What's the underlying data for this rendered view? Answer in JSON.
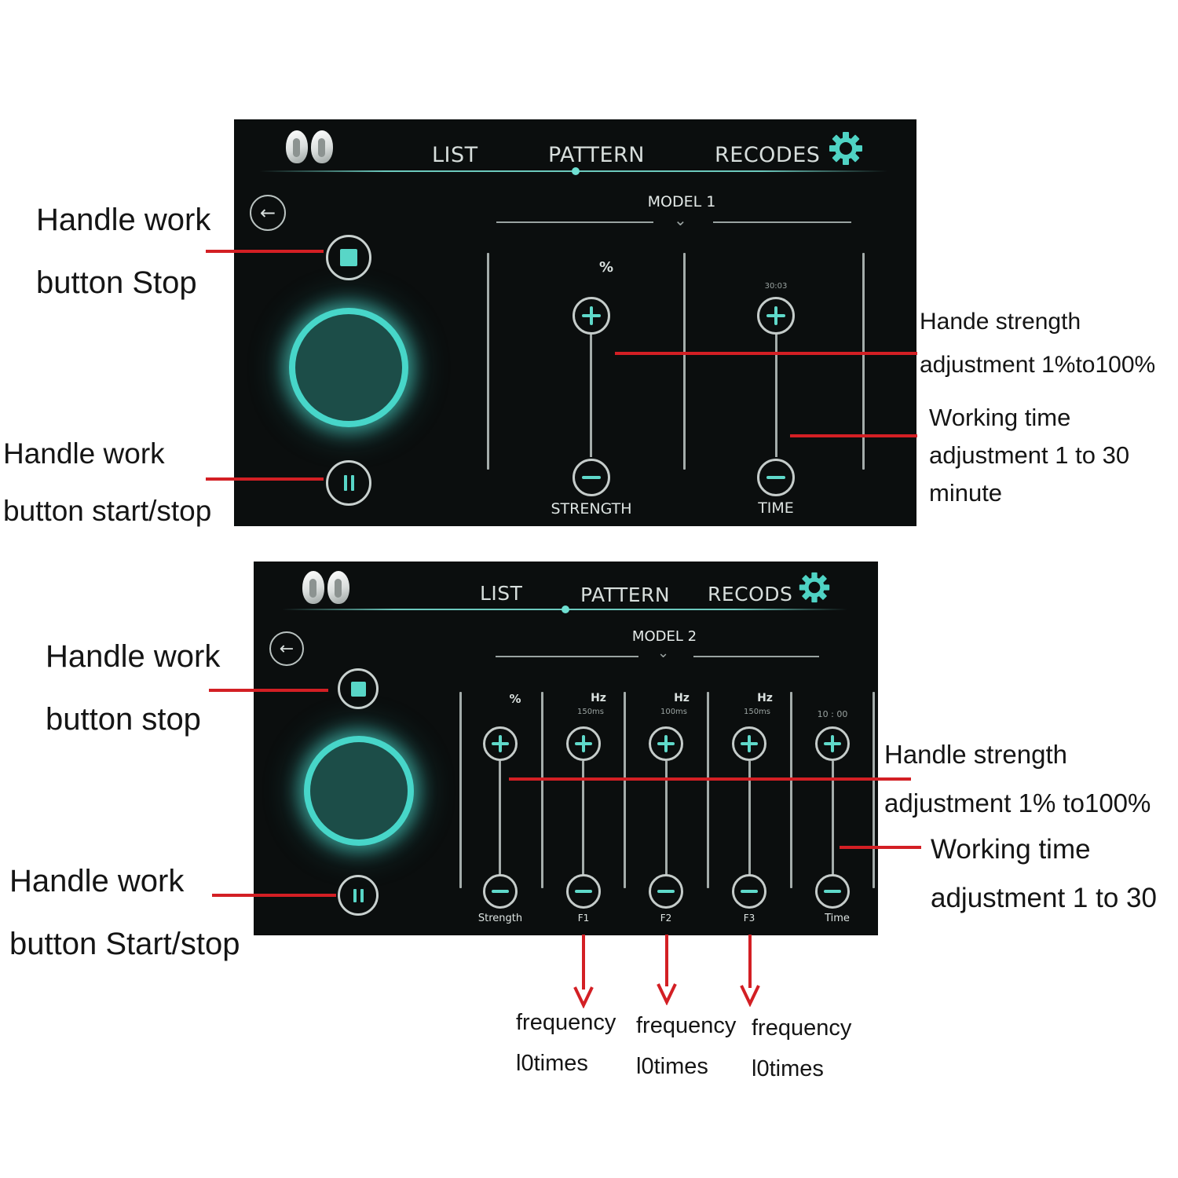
{
  "screen1": {
    "nav": {
      "tabs": [
        "LIST",
        "PATTERN",
        "RECODES"
      ]
    },
    "model_title": "MODEL 1",
    "sliders": [
      {
        "unit": "%",
        "sub_value": "",
        "label": "STRENGTH"
      },
      {
        "unit": "",
        "sub_value": "30:03",
        "label": "TIME"
      }
    ]
  },
  "screen2": {
    "nav": {
      "tabs": [
        "LIST",
        "PATTERN",
        "RECODS"
      ]
    },
    "model_title": "MODEL 2",
    "sliders": [
      {
        "unit": "%",
        "sub_value": "",
        "label": "Strength"
      },
      {
        "unit": "Hz",
        "sub_value": "150ms",
        "label": "F1"
      },
      {
        "unit": "Hz",
        "sub_value": "100ms",
        "label": "F2"
      },
      {
        "unit": "Hz",
        "sub_value": "150ms",
        "label": "F3"
      },
      {
        "unit": "",
        "sub_value": "10 : 00",
        "label": "Time"
      }
    ]
  },
  "annotations": {
    "top": {
      "stop_line1": "Handle work",
      "stop_line2": "button Stop",
      "start_line1": "Handle work",
      "start_line2": "button start/stop",
      "strength_line1": "Hande strength",
      "strength_line2": "adjustment 1%to100%",
      "time_line1": "Working time",
      "time_line2": "adjustment 1 to 30",
      "time_line3": "minute"
    },
    "bottom": {
      "stop_line1": "Handle work",
      "stop_line2": "button stop",
      "start_line1": "Handle work",
      "start_line2": "button Start/stop",
      "strength_line1": "Handle strength",
      "strength_line2": "adjustment 1% to100%",
      "time_line1": "Working time",
      "time_line2": "adjustment 1 to 30"
    },
    "frequency": [
      {
        "line1": "frequency",
        "line2": "l0times"
      },
      {
        "line1": "frequency",
        "line2": "l0times"
      },
      {
        "line1": "frequency",
        "line2": "l0times"
      }
    ]
  },
  "colors": {
    "accent": "#58d6c7",
    "screen_bg": "#0b0e0e",
    "leader": "#d31f24"
  },
  "icons": [
    "earbuds-icon",
    "gear-icon",
    "back-arrow-icon",
    "stop-icon",
    "pause-icon",
    "plus-icon",
    "minus-icon"
  ]
}
